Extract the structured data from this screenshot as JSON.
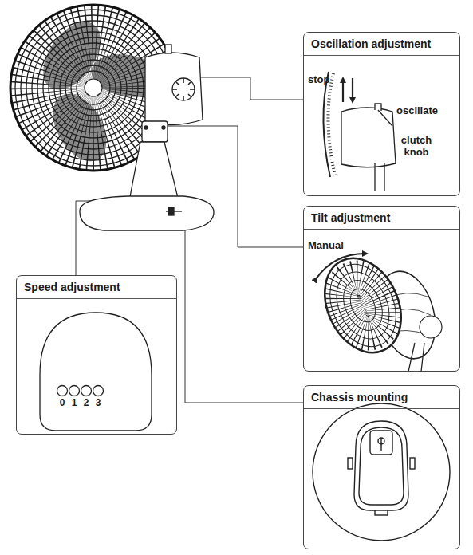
{
  "diagram": {
    "nodes": [
      {
        "text": [
          "Oscillation adjustment"
        ]
      },
      {
        "text": [
          "Tilt adjustment"
        ]
      },
      {
        "text": [
          "Speed adjustment"
        ]
      },
      {
        "text": [
          "Chassis mounting"
        ]
      }
    ],
    "labels": [
      "stop",
      "oscillate",
      "clutch knob",
      "Manual",
      "0",
      "1",
      "2",
      "3"
    ]
  }
}
